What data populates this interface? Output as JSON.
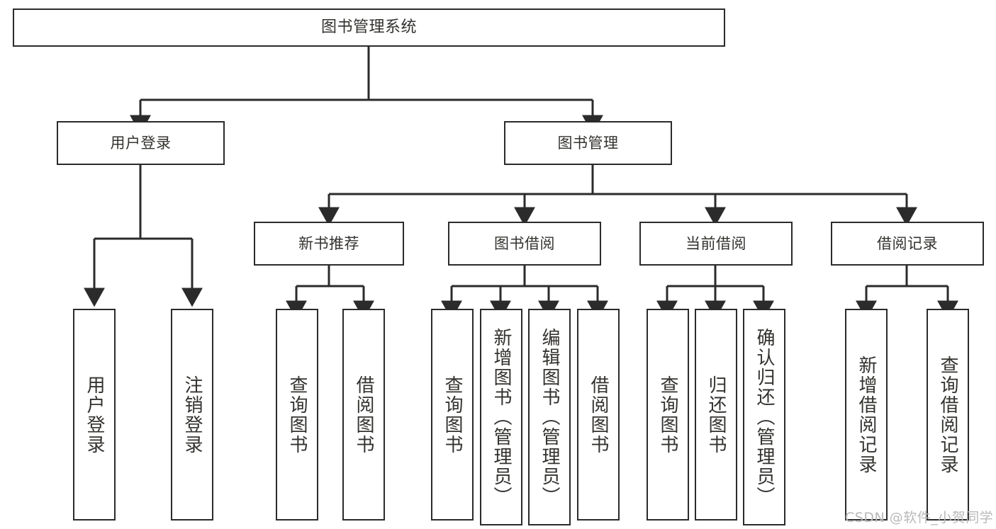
{
  "diagram": {
    "title": "图书管理系统",
    "type": "tree-hierarchy",
    "watermark": "CSDN @软件_小贺同学",
    "colors": {
      "background": "#ffffff",
      "box_border": "#2b2b2b",
      "text": "#33322f",
      "connector": "#2b2b2b",
      "watermark": "#b9b9b9"
    },
    "root": {
      "label": "图书管理系统"
    },
    "level2": [
      {
        "label": "用户登录"
      },
      {
        "label": "图书管理"
      }
    ],
    "level3": [
      {
        "label": "新书推荐"
      },
      {
        "label": "图书借阅"
      },
      {
        "label": "当前借阅"
      },
      {
        "label": "借阅记录"
      }
    ],
    "leaves": {
      "user_login": [
        {
          "label": "用户登录"
        },
        {
          "label": "注销登录"
        }
      ],
      "new_book_recommend": [
        {
          "label": "查询图书"
        },
        {
          "label": "借阅图书"
        }
      ],
      "book_borrow": [
        {
          "label": "查询图书"
        },
        {
          "label": "新增图书（管理员）"
        },
        {
          "label": "编辑图书（管理员）"
        },
        {
          "label": "借阅图书"
        }
      ],
      "current_borrow": [
        {
          "label": "查询图书"
        },
        {
          "label": "归还图书"
        },
        {
          "label": "确认归还（管理员）"
        }
      ],
      "borrow_record": [
        {
          "label": "新增借阅记录"
        },
        {
          "label": "查询借阅记录"
        }
      ]
    }
  }
}
